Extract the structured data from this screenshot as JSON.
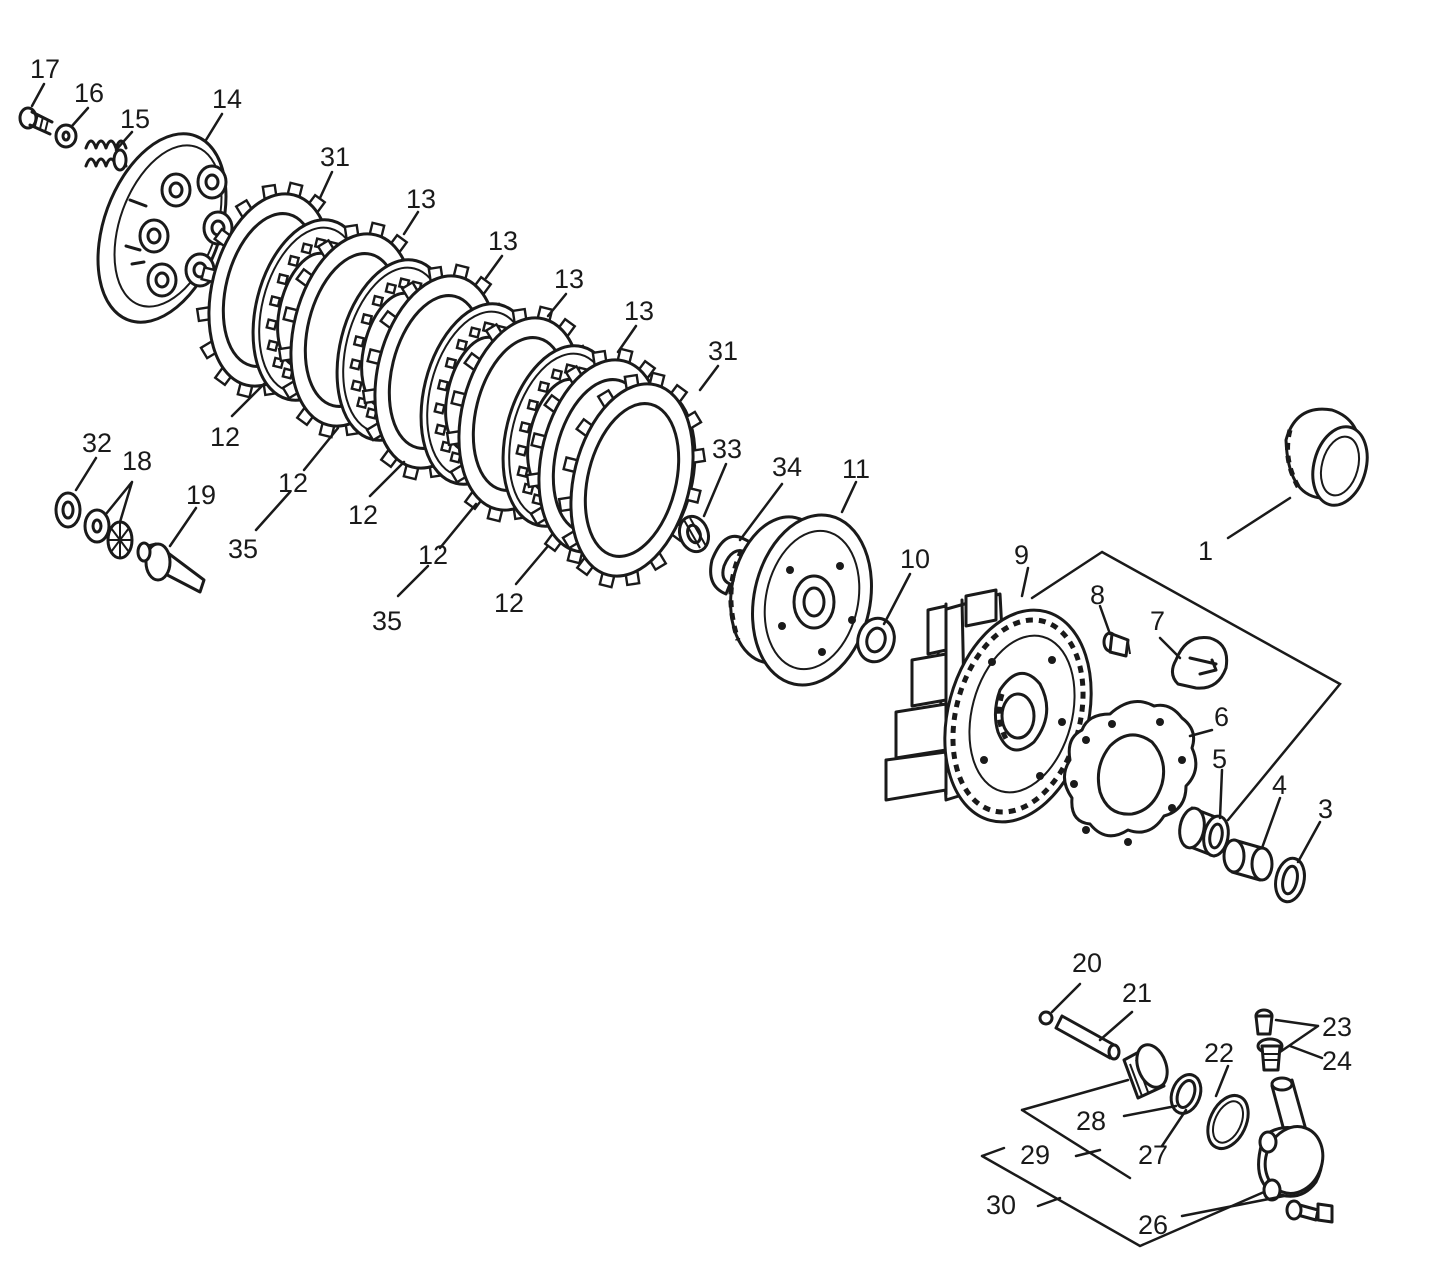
{
  "labels": [
    {
      "id": "l17",
      "text": "17"
    },
    {
      "id": "l16",
      "text": "16"
    },
    {
      "id": "l15",
      "text": "15"
    },
    {
      "id": "l14",
      "text": "14"
    },
    {
      "id": "l31a",
      "text": "31"
    },
    {
      "id": "l13a",
      "text": "13"
    },
    {
      "id": "l13b",
      "text": "13"
    },
    {
      "id": "l13c",
      "text": "13"
    },
    {
      "id": "l13d",
      "text": "13"
    },
    {
      "id": "l31b",
      "text": "31"
    },
    {
      "id": "l12a",
      "text": "12"
    },
    {
      "id": "l12b",
      "text": "12"
    },
    {
      "id": "l12c",
      "text": "12"
    },
    {
      "id": "l12d",
      "text": "12"
    },
    {
      "id": "l12e",
      "text": "12"
    },
    {
      "id": "l35a",
      "text": "35"
    },
    {
      "id": "l35b",
      "text": "35"
    },
    {
      "id": "l32",
      "text": "32"
    },
    {
      "id": "l18",
      "text": "18"
    },
    {
      "id": "l19",
      "text": "19"
    },
    {
      "id": "l33",
      "text": "33"
    },
    {
      "id": "l34",
      "text": "34"
    },
    {
      "id": "l11",
      "text": "11"
    },
    {
      "id": "l10",
      "text": "10"
    },
    {
      "id": "l9",
      "text": "9"
    },
    {
      "id": "l1",
      "text": "1"
    },
    {
      "id": "l8",
      "text": "8"
    },
    {
      "id": "l7",
      "text": "7"
    },
    {
      "id": "l6",
      "text": "6"
    },
    {
      "id": "l5",
      "text": "5"
    },
    {
      "id": "l4",
      "text": "4"
    },
    {
      "id": "l3",
      "text": "3"
    },
    {
      "id": "l20",
      "text": "20"
    },
    {
      "id": "l21",
      "text": "21"
    },
    {
      "id": "l23",
      "text": "23"
    },
    {
      "id": "l24",
      "text": "24"
    },
    {
      "id": "l22",
      "text": "22"
    },
    {
      "id": "l28",
      "text": "28"
    },
    {
      "id": "l27",
      "text": "27"
    },
    {
      "id": "l29",
      "text": "29"
    },
    {
      "id": "l30",
      "text": "30"
    },
    {
      "id": "l26",
      "text": "26"
    }
  ],
  "colors": {
    "ink": "#1a1a1a",
    "paper": "#ffffff"
  }
}
